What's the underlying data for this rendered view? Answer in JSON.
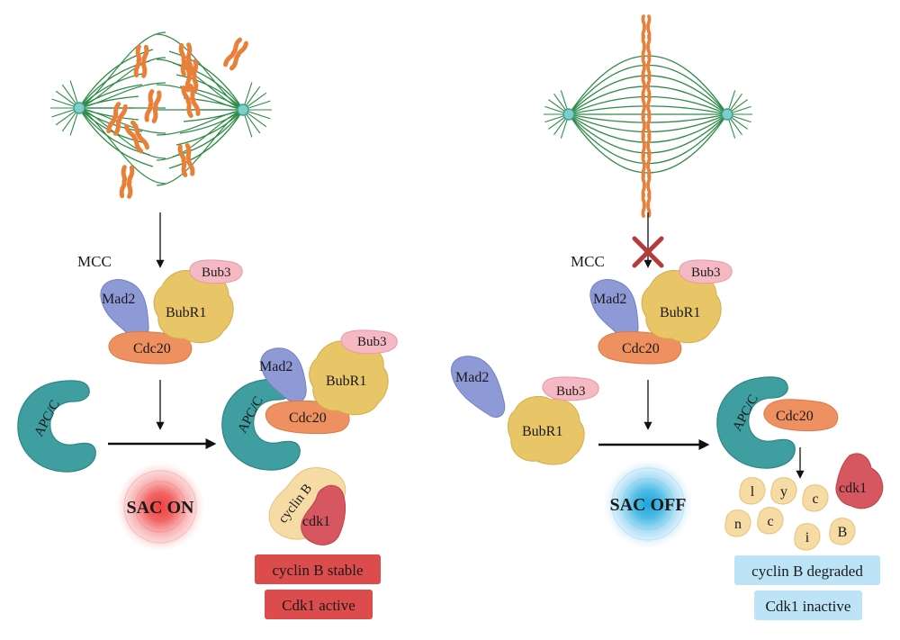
{
  "left": {
    "mcc_label": "MCC",
    "mcc": {
      "mad2": "Mad2",
      "bubr1": "BubR1",
      "bub3": "Bub3",
      "cdc20": "Cdc20"
    },
    "apc_label": "APC/C",
    "bound": {
      "apc": "APC/C",
      "mad2": "Mad2",
      "bubr1": "BubR1",
      "bub3": "Bub3",
      "cdc20": "Cdc20"
    },
    "sac_label": "SAC ON",
    "cyclin_b_label": "cyclin B",
    "cdk1_label": "cdk1",
    "status_1": "cyclin B stable",
    "status_2": "Cdk1 active"
  },
  "right": {
    "mcc_label": "MCC",
    "mcc": {
      "mad2": "Mad2",
      "bubr1": "BubR1",
      "bub3": "Bub3",
      "cdc20": "Cdc20"
    },
    "free": {
      "mad2": "Mad2",
      "bubr1": "BubR1",
      "bub3": "Bub3"
    },
    "sac_label": "SAC OFF",
    "apc_label": "APC/C",
    "cdc20_label": "Cdc20",
    "cdk1_label": "cdk1",
    "fragments": [
      "l",
      "y",
      "c",
      "n",
      "c",
      "i",
      "B"
    ],
    "status_1": "cyclin B degraded",
    "status_2": "Cdk1 inactive"
  },
  "colors": {
    "spindle": "#2e8b45",
    "chromosome": "#e8803a",
    "mad2": "#8e9ad6",
    "bubr1": "#e8c566",
    "bub3": "#f4b9c3",
    "cdc20": "#ee9060",
    "apc": "#3f9ea0",
    "cyclin_b": "#f6dba4",
    "cdk1": "#d75760",
    "sac_on": "#ef4b4b",
    "sac_off": "#2bb0df",
    "status_red": "#dd4c4c",
    "status_blue": "#bde3f6",
    "inhibit_cross": "#b53a3a"
  }
}
